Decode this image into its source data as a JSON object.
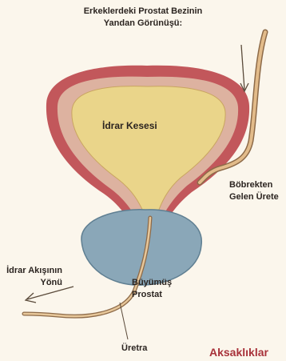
{
  "title_lines": [
    "Erkeklerdeki Prostat Bezinin",
    "Yandan Görünüşü:"
  ],
  "labels": {
    "bladder": "İdrar Kesesi",
    "kidney_lines": [
      "Böbrekten",
      "Gelen Ürete"
    ],
    "flow_lines": [
      "İdrar Akışının",
      "Yönü"
    ],
    "prostate_lines": [
      "Büyümüş",
      "Prostat"
    ],
    "urethra": "Üretra"
  },
  "corner_heading": "Aksaklıklar",
  "colors": {
    "background": "#fbf6ec",
    "outer_wall": "#c2575b",
    "inner_wall": "#ddb2a0",
    "lumen": "#ead58a",
    "prostate": "#8aa7b8",
    "tube": "#caa074",
    "heading": "#a8323a"
  }
}
